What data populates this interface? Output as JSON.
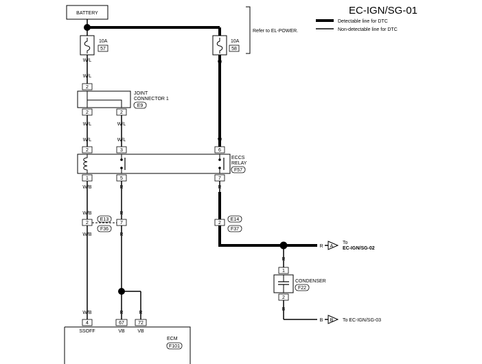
{
  "header": {
    "title": "EC-IGN/SG-01",
    "legend_thick": "Detectable line for DTC",
    "legend_thin": "Non-detectable line for DTC"
  },
  "battery": {
    "label": "BATTERY"
  },
  "refer_note": "Refer to EL-POWER.",
  "fuses": [
    {
      "amp": "10A",
      "number": "57"
    },
    {
      "amp": "10A",
      "number": "58"
    }
  ],
  "wire_colors": {
    "wl": "W/L",
    "w": "W",
    "wb": "W/B",
    "r": "R",
    "b": "B"
  },
  "joint_connector": {
    "name_line1": "JOINT",
    "name_line2": "CONNECTOR 1",
    "id": "E9",
    "pins": [
      "2",
      "2",
      "2"
    ]
  },
  "eccs_relay": {
    "name_line1": "ECCS",
    "name_line2": "RELAY",
    "id": "F57",
    "pins_top": [
      "2",
      "3",
      "6"
    ],
    "pins_bottom": [
      "1",
      "5",
      "7"
    ]
  },
  "mid_connectors": {
    "id_top_left": "E13",
    "id_bottom_left": "F36",
    "pins_left": [
      "2",
      "7"
    ],
    "id_top_right": "E14",
    "id_bottom_right": "F37",
    "pin_right": "2"
  },
  "condenser": {
    "name": "CONDENSER",
    "id": "F22",
    "pins": [
      "1",
      "2"
    ]
  },
  "ecm": {
    "name": "ECM",
    "id": "F101",
    "pins": [
      "4",
      "67",
      "72"
    ],
    "pin_labels": [
      "SSOFF",
      "VB",
      "VB"
    ]
  },
  "off_page": [
    {
      "letter": "A",
      "line1": "To",
      "line2": "EC-IGN/SG-02"
    },
    {
      "letter": "B",
      "line1": "To EC-IGN/SG-03"
    }
  ],
  "colors": {
    "line": "#000000",
    "background": "#ffffff"
  }
}
